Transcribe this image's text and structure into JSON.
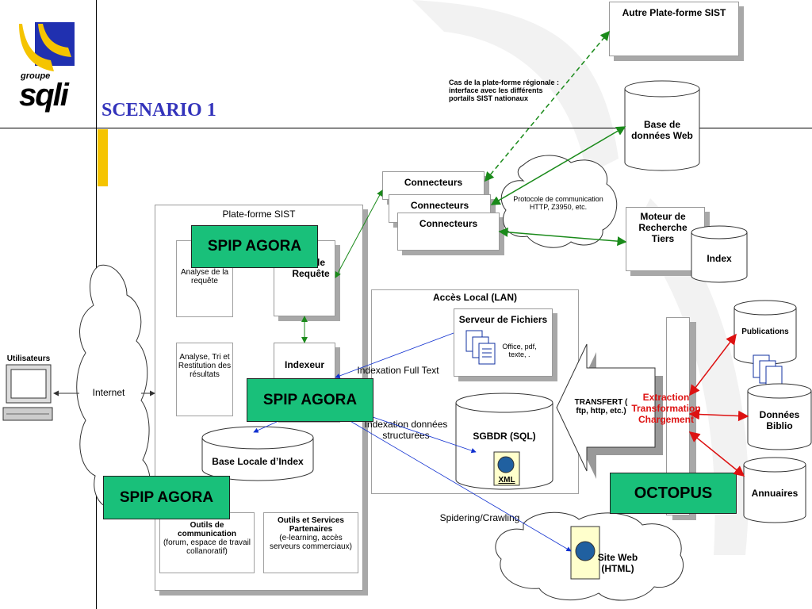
{
  "title": "SCENARIO 1",
  "logo": {
    "groupe": "groupe",
    "brand": "sqli"
  },
  "colors": {
    "title": "#3333bb",
    "accent_yellow": "#f5c400",
    "spip_green": "#19c07a",
    "red": "#dd1111",
    "green_arrow": "#1a8a1a",
    "blue_arrow": "#1030d0"
  },
  "platform": {
    "title": "Plate-forme SIST",
    "analyse_requete": "Analyse de la requête",
    "gestion_requete": "eur de Requête",
    "analyse_tri": "Analyse, Tri et Restitution des résultats",
    "indexeur": "Indexeur",
    "base_locale": "Base Locale d’Index",
    "outils_com_title": "Outils de communication",
    "outils_com_desc": "(forum, espace de travail collanoratif)",
    "outils_services_title": "Outils et Services Partenaires",
    "outils_services_desc": "(e-learning, accès serveurs commerciaux)"
  },
  "spip": [
    "SPIP AGORA",
    "SPIP AGORA",
    "SPIP AGORA"
  ],
  "internet": "Internet",
  "utilisateurs": "Utilisateurs",
  "connecteurs": [
    "Connecteurs",
    "Connecteurs",
    "Connecteurs"
  ],
  "protocole": "Protocole de communication HTTP, Z3950, etc.",
  "autre_plateforme": "Autre Plate-forme SIST",
  "cas_plateforme": "Cas de la plate-forme régionale : interface avec les différents portails SIST nationaux",
  "base_web": "Base de données Web",
  "moteur": "Moteur de Recherche Tiers",
  "index": "Index",
  "acces_local": "Accès Local (LAN)",
  "serveur_fichiers": "Serveur de Fichiers",
  "office": "Office, pdf, texte, .",
  "indexation_full": "Indexation Full Text",
  "indexation_donnees": "Indexation données structurées",
  "sgbdr": "SGBDR (SQL)",
  "xml": "XML",
  "spidering": "Spidering/Crawling",
  "site_web": "Site Web (HTML)",
  "transfert": "TRANSFERT ( ftp, http, etc.)",
  "extraction": "Extraction Transformation Chargement",
  "octopus": "OCTOPUS",
  "publications": "Publications",
  "donnees_biblio": "Données Biblio",
  "annuaires": "Annuaires"
}
